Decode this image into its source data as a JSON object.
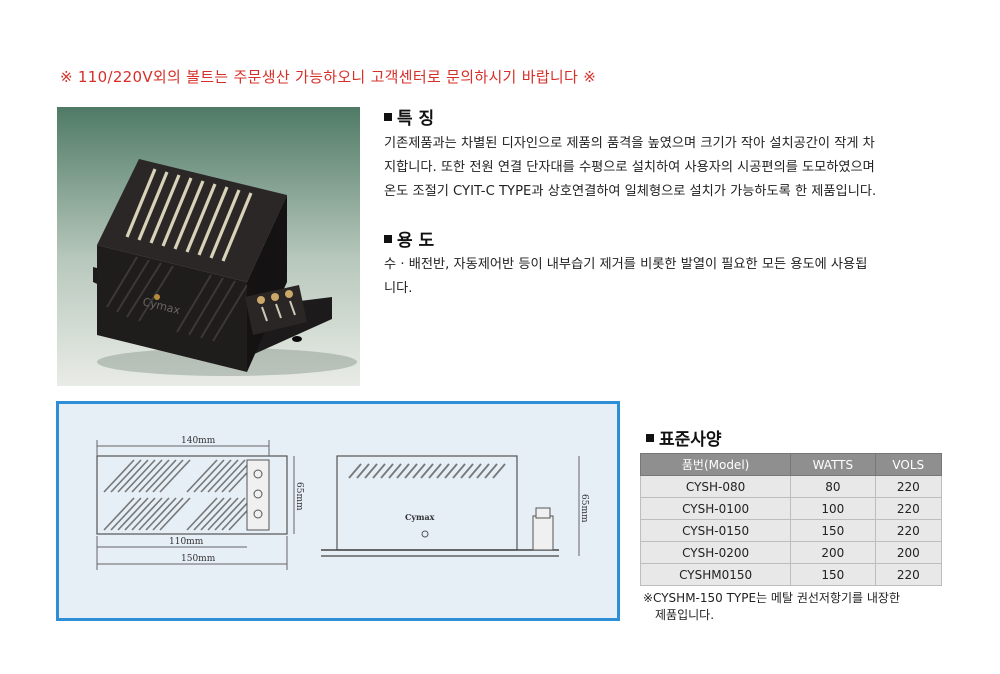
{
  "notice": "※ 110/220V외의 볼트는 주문생산 가능하오니 고객센터로 문의하시기 바랍니다 ※",
  "features": {
    "title": "특 징",
    "lines": [
      "기존제품과는 차별된 디자인으로 제품의 품격을 높였으며 크기가 작아 설치공간이 작게 차",
      "지합니다. 또한 전원 연결 단자대를 수평으로 설치하여 사용자의 시공편의를 도모하였으며",
      "온도 조절기 CYIT-C TYPE과 상호연결하여 일체형으로 설치가 가능하도록 한 제품입니다."
    ]
  },
  "usage": {
    "title": "용 도",
    "lines": [
      "수 · 배전반, 자동제어반 등이 내부습기 제거를 비롯한 발열이 필요한 모든 용도에 사용됩",
      "니다."
    ]
  },
  "product_photo": {
    "brand": "Cymax"
  },
  "drawing": {
    "dim_140": "140mm",
    "dim_110": "110mm",
    "dim_150": "150mm",
    "dim_65_left": "65mm",
    "dim_65_right": "65mm",
    "brand": "Cymax"
  },
  "spec": {
    "title": "표준사양",
    "headers": [
      "품번(Model)",
      "WATTS",
      "VOLS"
    ],
    "rows": [
      [
        "CYSH-080",
        "80",
        "220"
      ],
      [
        "CYSH-0100",
        "100",
        "220"
      ],
      [
        "CYSH-0150",
        "150",
        "220"
      ],
      [
        "CYSH-0200",
        "200",
        "200"
      ],
      [
        "CYSHM0150",
        "150",
        "220"
      ]
    ],
    "footnote_lines": [
      "※CYSHM-150 TYPE는 메탈 권선저항기를 내장한",
      "제품입니다."
    ]
  },
  "colors": {
    "notice": "#d6302a",
    "drawing_border": "#2f8fd6",
    "table_header": "#8f8f8f"
  }
}
